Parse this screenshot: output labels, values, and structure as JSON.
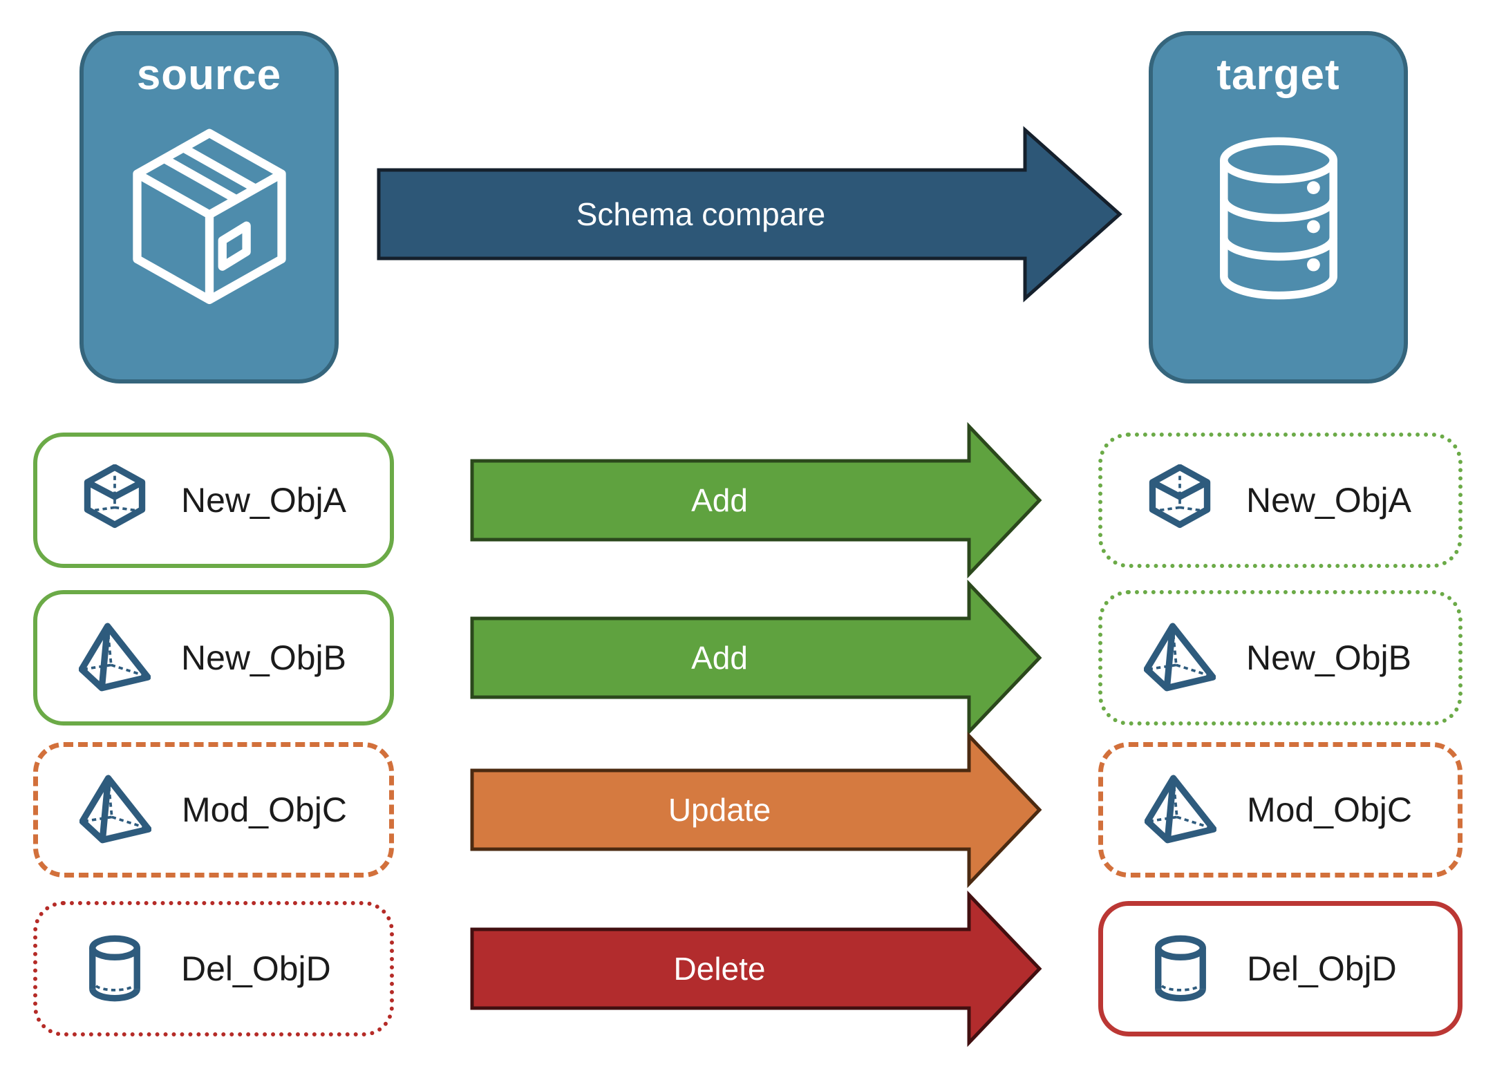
{
  "source_node": {
    "label": "source",
    "icon": "package-box-icon"
  },
  "target_node": {
    "label": "target",
    "icon": "database-icon"
  },
  "compare_arrow": {
    "label": "Schema compare"
  },
  "rows": [
    {
      "object_name": "New_ObjA",
      "object_icon": "cube-icon",
      "action_label": "Add",
      "change_type": "add",
      "source_box_border": "green-solid",
      "target_box_border": "green-dotted"
    },
    {
      "object_name": "New_ObjB",
      "object_icon": "pyramid-icon",
      "action_label": "Add",
      "change_type": "add",
      "source_box_border": "green-solid",
      "target_box_border": "green-dotted"
    },
    {
      "object_name": "Mod_ObjC",
      "object_icon": "pyramid-icon",
      "action_label": "Update",
      "change_type": "update",
      "source_box_border": "orange-dashed",
      "target_box_border": "orange-dashed"
    },
    {
      "object_name": "Del_ObjD",
      "object_icon": "cylinder-icon",
      "action_label": "Delete",
      "change_type": "delete",
      "source_box_border": "red-dotted",
      "target_box_border": "red-solid"
    }
  ],
  "colors": {
    "node_fill": "#4E8CAC",
    "node_border": "#35657C",
    "compare_arrow_fill": "#2D5777",
    "add_arrow_fill": "#5FA23F",
    "update_arrow_fill": "#D57A40",
    "delete_arrow_fill": "#B22C2D",
    "green_border": "#6BAA47",
    "orange_border": "#D2703B",
    "red_dotted_border": "#B52B27",
    "red_solid_border": "#BB3734",
    "icon_blue": "#2E5B7D",
    "label_text": "#1B1B1B",
    "arrow_text": "#FFFFFF"
  }
}
